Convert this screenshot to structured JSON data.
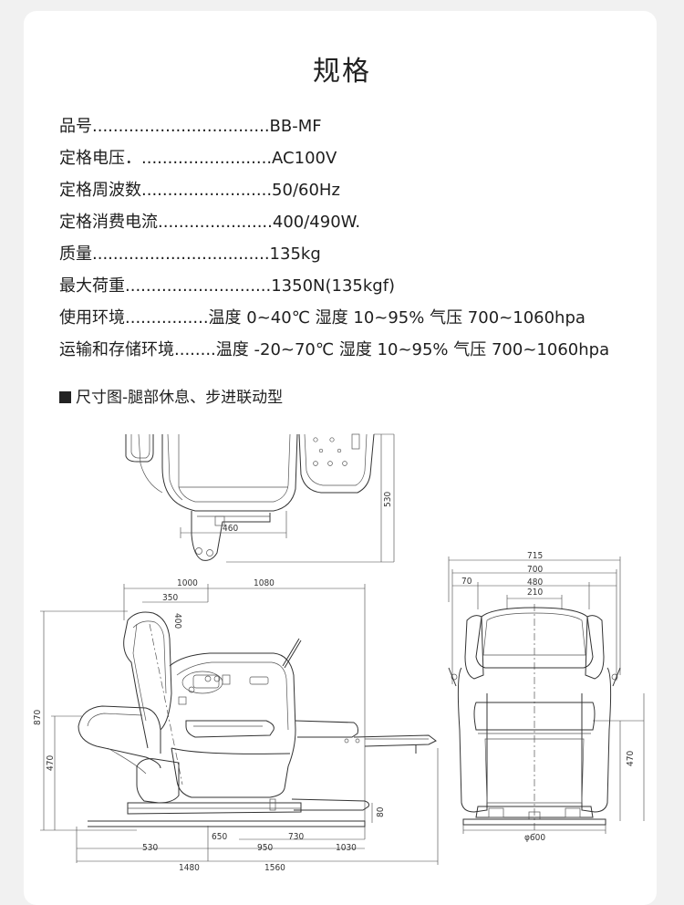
{
  "title": "规格",
  "specs": [
    {
      "label": "品号..................................",
      "value": "BB-MF"
    },
    {
      "label": "定格电压．.........................",
      "value": "AC100V"
    },
    {
      "label": "定格周波数.........................",
      "value": "50/60Hz"
    },
    {
      "label": "定格消费电流......................",
      "value": "400/490W."
    },
    {
      "label": "质量..................................",
      "value": "135kg"
    },
    {
      "label": "最大荷重............................",
      "value": "1350N(135kgf)"
    },
    {
      "label": "使用环境................",
      "value": "温度  0~40℃  湿度  10~95%  气压  700~1060hpa"
    },
    {
      "label": "运输和存储环境........",
      "value": "温度  -20~70℃  湿度  10~95%  气压  700~1060hpa"
    }
  ],
  "section_title": "尺寸图-腿部休息、步进联动型",
  "dims": {
    "top_530": "530",
    "top_460": "460",
    "side_1000": "1000",
    "side_1080": "1080",
    "side_350": "350",
    "side_400": "400",
    "side_870": "870",
    "side_470": "470",
    "side_80": "80",
    "side_650": "650",
    "side_730": "730",
    "side_530": "530",
    "side_950": "950",
    "side_1030": "1030",
    "side_1480": "1480",
    "side_1560": "1560",
    "front_715": "715",
    "front_700": "700",
    "front_70": "70",
    "front_480": "480",
    "front_210": "210",
    "front_470": "470",
    "front_600": "φ600"
  }
}
